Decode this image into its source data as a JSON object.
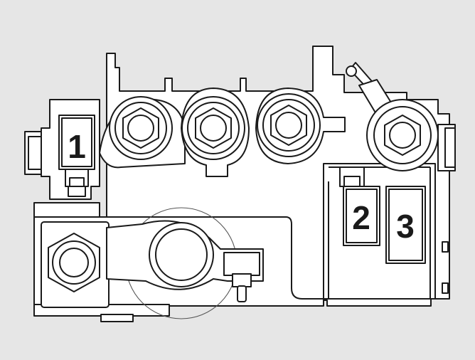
{
  "diagram": {
    "background": "#e6e6e6",
    "line_color": "#1a1a1a",
    "fill_color": "#ffffff",
    "fuses": [
      {
        "label": "1"
      },
      {
        "label": "2"
      },
      {
        "label": "3"
      }
    ]
  }
}
